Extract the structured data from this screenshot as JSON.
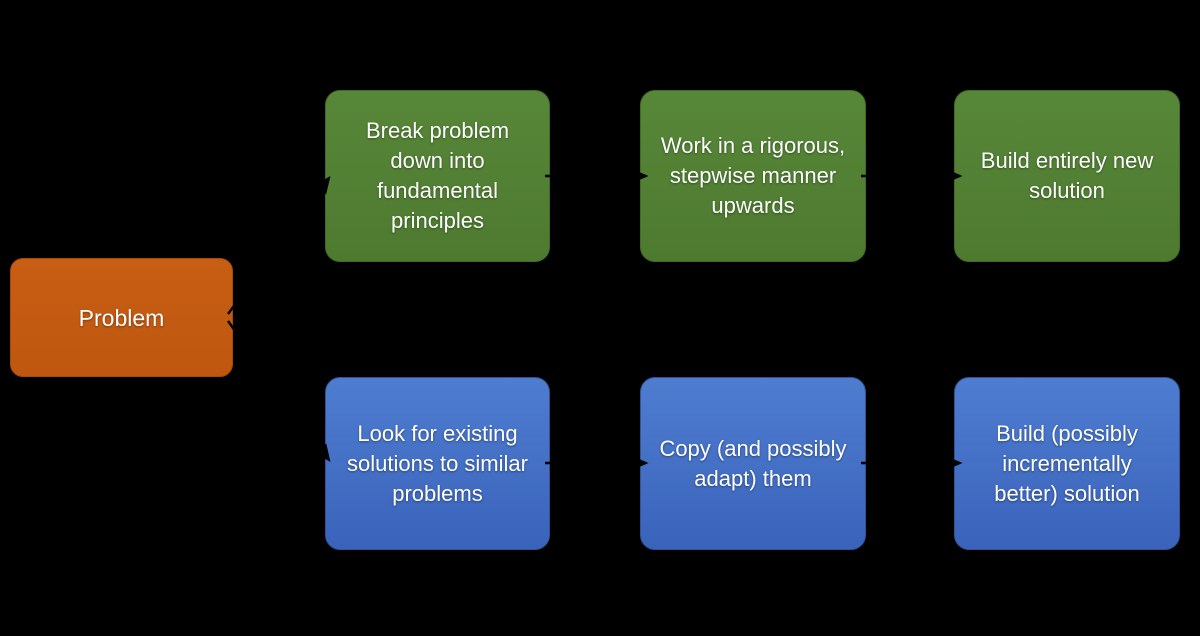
{
  "diagram": {
    "background_color": "#000000",
    "text_color": "#FFFFFF",
    "connector_color": "#000000",
    "palette": {
      "problem_fill": "#C55A11",
      "top_path_fill": "#548235",
      "bottom_path_fill_top": "#4E7DD0",
      "bottom_path_fill_bottom": "#3A63BB"
    },
    "nodes": [
      {
        "id": "problem",
        "label": "Problem",
        "fill": "#C55A11"
      },
      {
        "id": "step-top-1",
        "label": "Break problem down into fundamental principles",
        "fill": "#548235"
      },
      {
        "id": "step-top-2",
        "label": "Work in a rigorous, stepwise manner upwards",
        "fill": "#548235"
      },
      {
        "id": "step-top-3",
        "label": "Build entirely new solution",
        "fill": "#548235"
      },
      {
        "id": "step-bottom-1",
        "label": "Look for existing solutions to similar problems",
        "fill": "#4472C4"
      },
      {
        "id": "step-bottom-2",
        "label": "Copy (and possibly adapt) them",
        "fill": "#4472C4"
      },
      {
        "id": "step-bottom-3",
        "label": "Build (possibly incrementally better) solution",
        "fill": "#4472C4"
      }
    ],
    "edges": [
      {
        "from": "problem",
        "to": "step-top-1"
      },
      {
        "from": "problem",
        "to": "step-bottom-1"
      },
      {
        "from": "step-top-1",
        "to": "step-top-2"
      },
      {
        "from": "step-top-2",
        "to": "step-top-3"
      },
      {
        "from": "step-bottom-1",
        "to": "step-bottom-2"
      },
      {
        "from": "step-bottom-2",
        "to": "step-bottom-3"
      }
    ]
  }
}
